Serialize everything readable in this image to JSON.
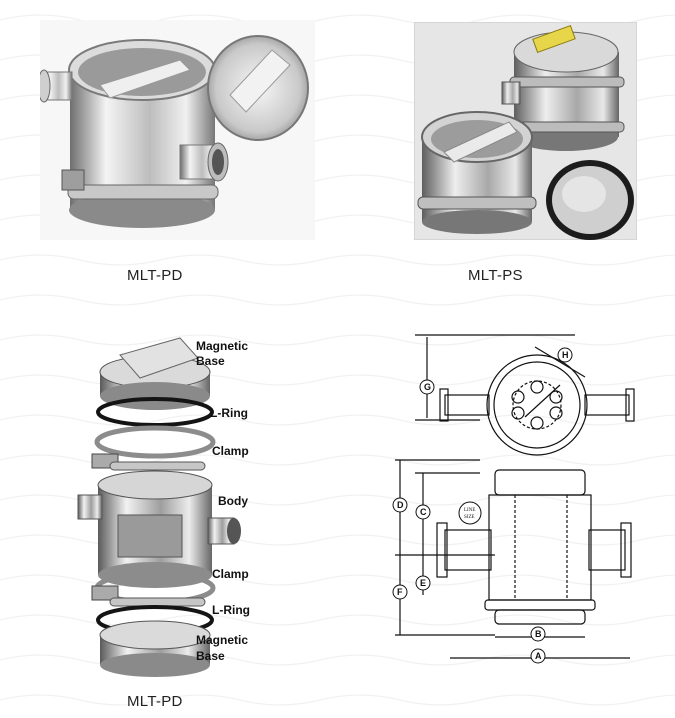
{
  "products": [
    {
      "caption": "MLT-PD"
    },
    {
      "caption": "MLT-PS"
    },
    {
      "caption": "MLT-PD"
    }
  ],
  "exploded_view": {
    "parts": [
      "Magnetic",
      "Base",
      "L-Ring",
      "Clamp",
      "Body",
      "Clamp",
      "L-Ring",
      "Magnetic",
      "Base"
    ]
  },
  "drawing": {
    "dimensions": [
      "G",
      "H",
      "D",
      "C",
      "E",
      "F",
      "B",
      "A"
    ],
    "inlet_note": [
      "LINE",
      "SIZE"
    ]
  },
  "colors": {
    "background": "#ffffff",
    "metal_light": "#e8e8e8",
    "metal_dark": "#6b6b6b",
    "gasket": "#1a1a1a"
  }
}
